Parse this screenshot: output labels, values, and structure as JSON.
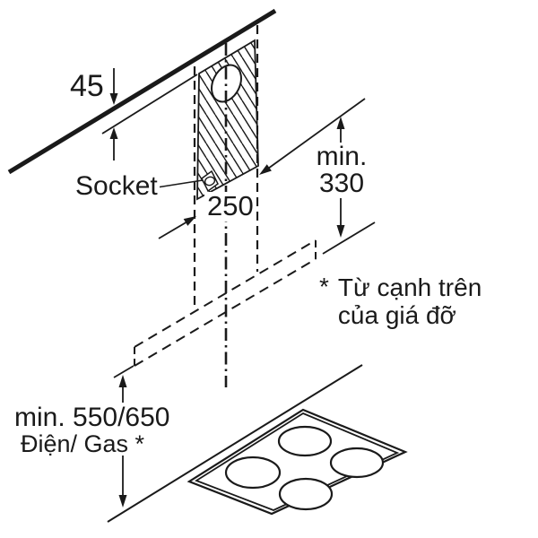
{
  "diagram": {
    "labels": {
      "dim_45": "45",
      "socket": "Socket",
      "dim_250": "250",
      "min_330": [
        "min.",
        "330"
      ],
      "note_marker": "*",
      "note_lines": [
        "Từ cạnh trên",
        "của giá đỡ"
      ],
      "min_550_650": "min. 550/650",
      "dien_gas": "Điện/ Gas *"
    },
    "colors": {
      "line": "#1a1a1a",
      "background": "#ffffff"
    }
  }
}
